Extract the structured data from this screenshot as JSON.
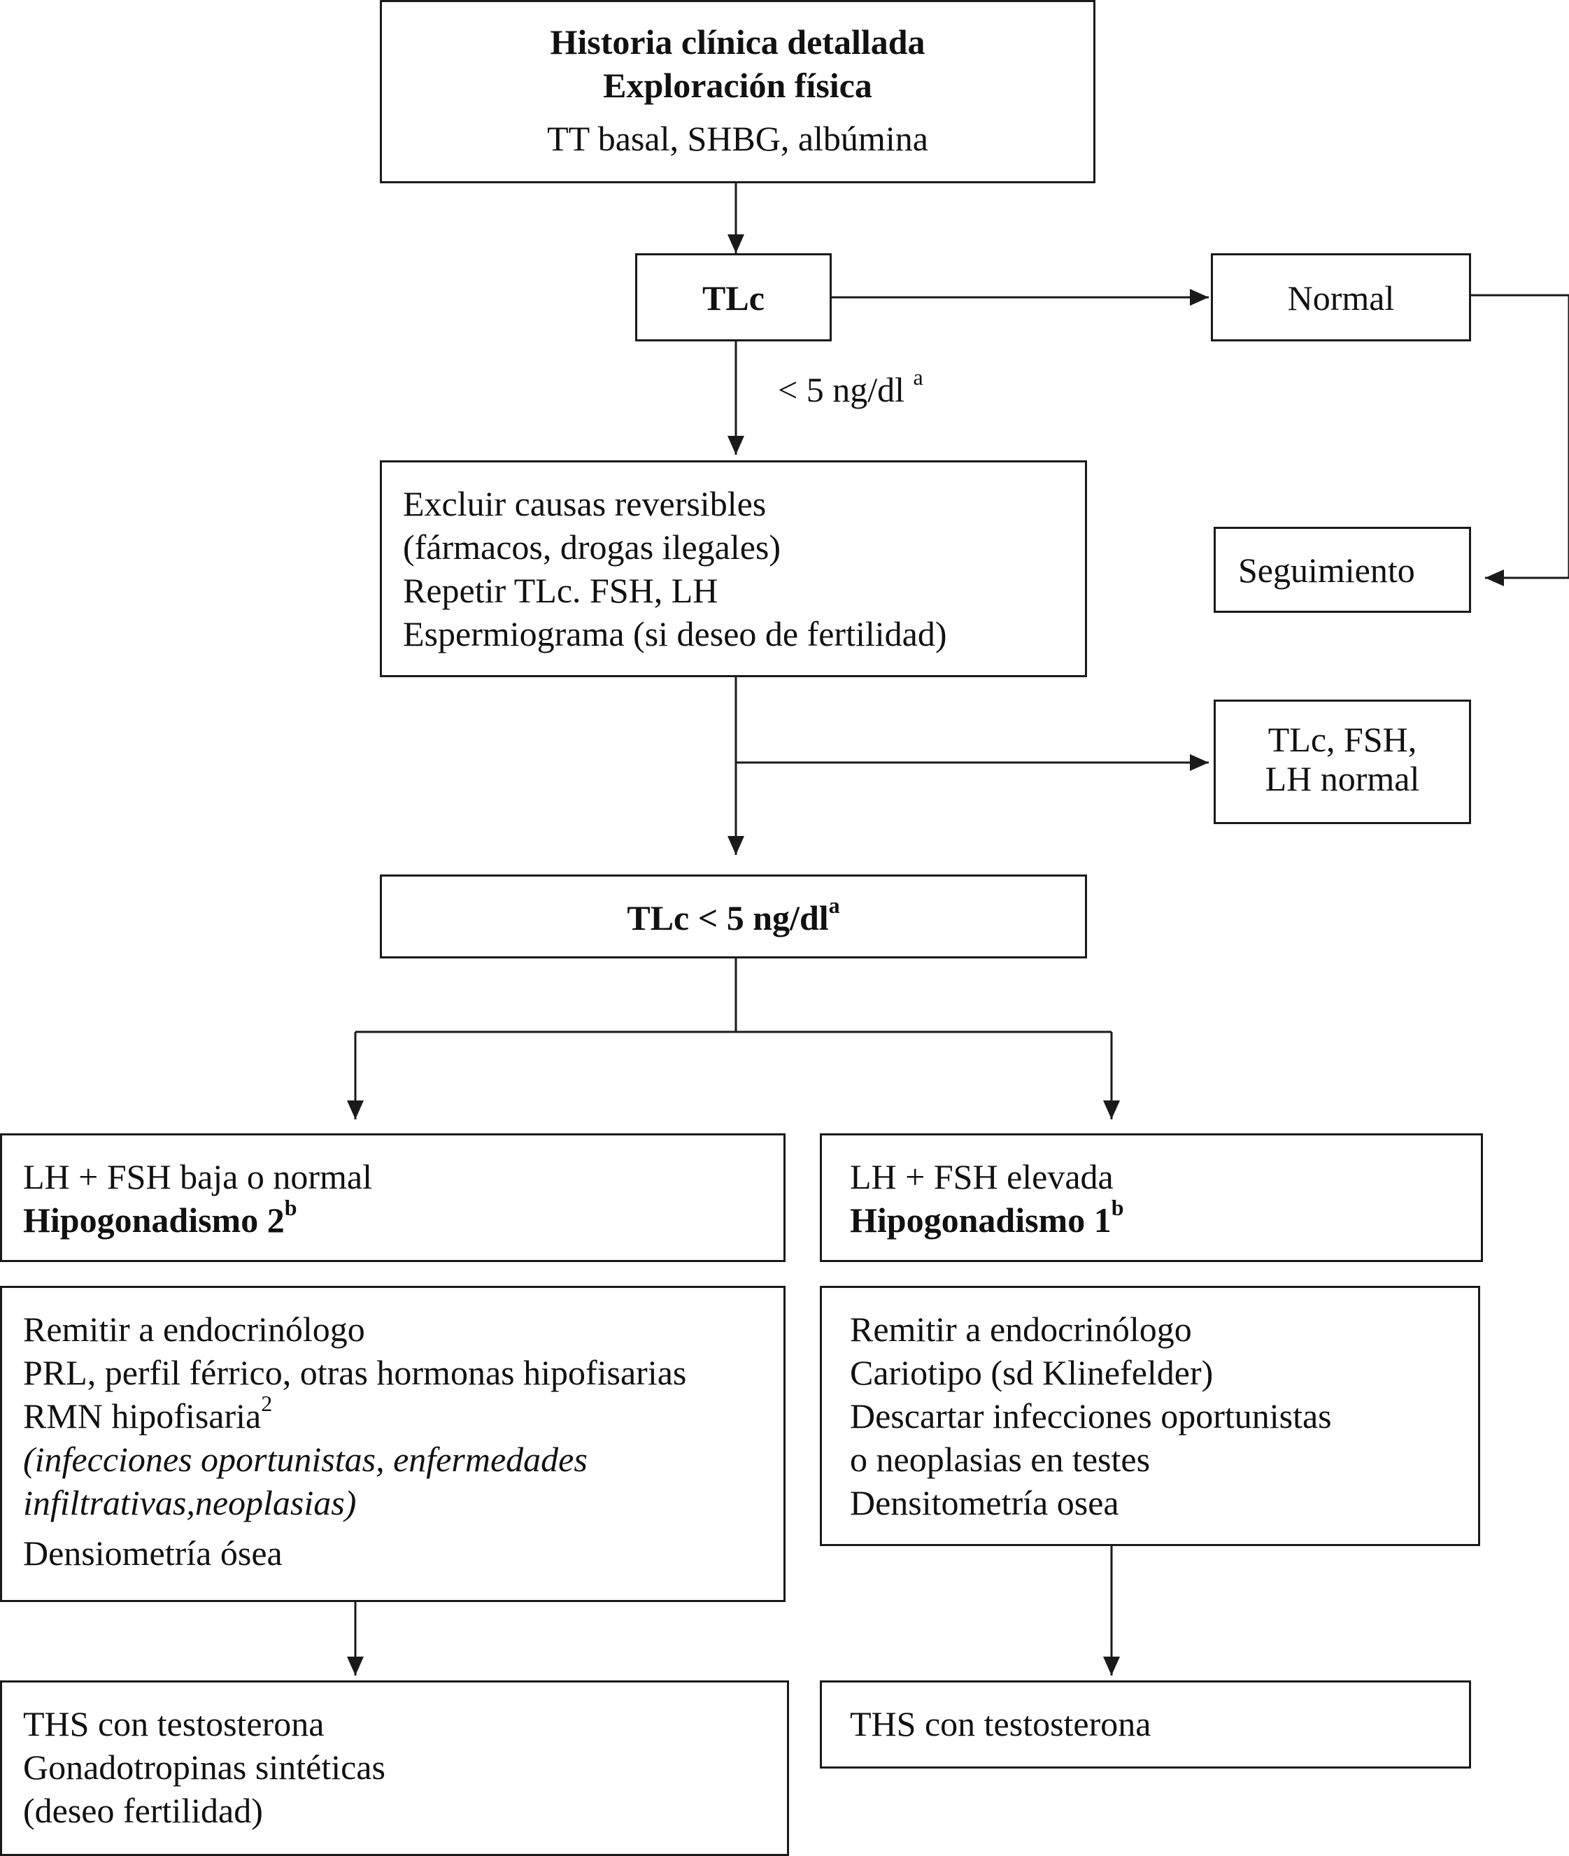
{
  "nodes": {
    "history": {
      "title1": "Historia clínica detallada",
      "title2": "Exploración física",
      "tests": "TT basal, SHBG, albúmina"
    },
    "tlc": {
      "label": "TLc"
    },
    "normal": {
      "label": "Normal"
    },
    "seguimiento": {
      "label": "Seguimiento"
    },
    "exclude": {
      "lines": [
        "Excluir causas reversibles",
        "(fármacos, drogas ilegales)",
        "Repetir TLc. FSH, LH",
        "Espermiograma (si deseo de fertilidad)"
      ]
    },
    "tlc_fsh_lh_normal": {
      "line1": "TLc, FSH,",
      "line2": "LH normal"
    },
    "tlc_low": {
      "label": "TLc < 5 ng/dl",
      "sup": "a"
    },
    "hypo2": {
      "line1": "LH + FSH baja o normal",
      "title": "Hipogonadismo 2",
      "sup": "b"
    },
    "hypo1": {
      "line1": "LH + FSH elevada",
      "title": "Hipogonadismo 1",
      "sup": "b"
    },
    "workup2": {
      "line1": "Remitir a endocrinólogo",
      "line2": "PRL, perfil férrico, otras hormonas hipofisarias",
      "line3": "RMN hipofisaria",
      "line3_sup": "2",
      "italic1": "(infecciones oportunistas, enfermedades",
      "italic2": "infiltrativas,neoplasias)",
      "line6": "Densiometría ósea"
    },
    "workup1": {
      "lines": [
        "Remitir a endocrinólogo",
        "Cariotipo (sd Klinefelder)",
        "Descartar infecciones oportunistas",
        "o neoplasias en testes",
        "Densitometría osea"
      ]
    },
    "treat2": {
      "lines": [
        "THS con testosterona",
        "Gonadotropinas sintéticas",
        "(deseo fertilidad)"
      ]
    },
    "treat1": {
      "label": "THS con testosterona"
    }
  },
  "edge_labels": {
    "tlc_low_threshold": {
      "text": "< 5 ng/dl",
      "sup": "a"
    }
  }
}
